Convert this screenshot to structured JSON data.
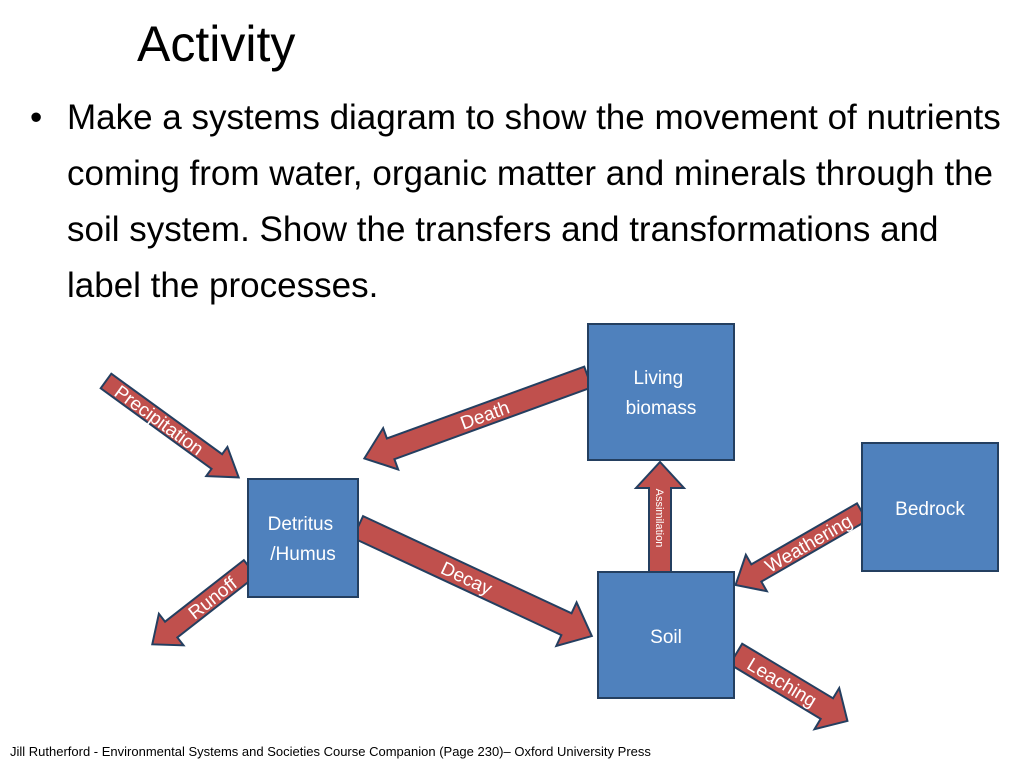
{
  "slide": {
    "title": "Activity",
    "bullet_marker": "•",
    "bullet_text": "Make a systems diagram to show the movement of nutrients coming from water, organic matter and minerals through the soil system. Show the transfers and transformations and label the processes.",
    "footer": "Jill Rutherford - Environmental Systems and Societies Course Companion (Page 230)– Oxford University Press"
  },
  "diagram": {
    "colors": {
      "box_fill": "#4f81bd",
      "box_stroke": "#243f60",
      "arrow_fill": "#c0504d",
      "arrow_stroke": "#243f60",
      "text": "#ffffff"
    },
    "boxes": {
      "living_biomass": [
        "Living",
        "biomass"
      ],
      "detritus": [
        "Detritus",
        "/Humus"
      ],
      "bedrock": [
        "Bedrock"
      ],
      "soil": [
        "Soil"
      ]
    },
    "arrows": {
      "precipitation": "Precipitation",
      "death": "Death",
      "assimilation": "Assimilation",
      "weathering": "Weathering",
      "decay": "Decay",
      "runoff": "Runoff",
      "leaching": "Leaching"
    }
  }
}
